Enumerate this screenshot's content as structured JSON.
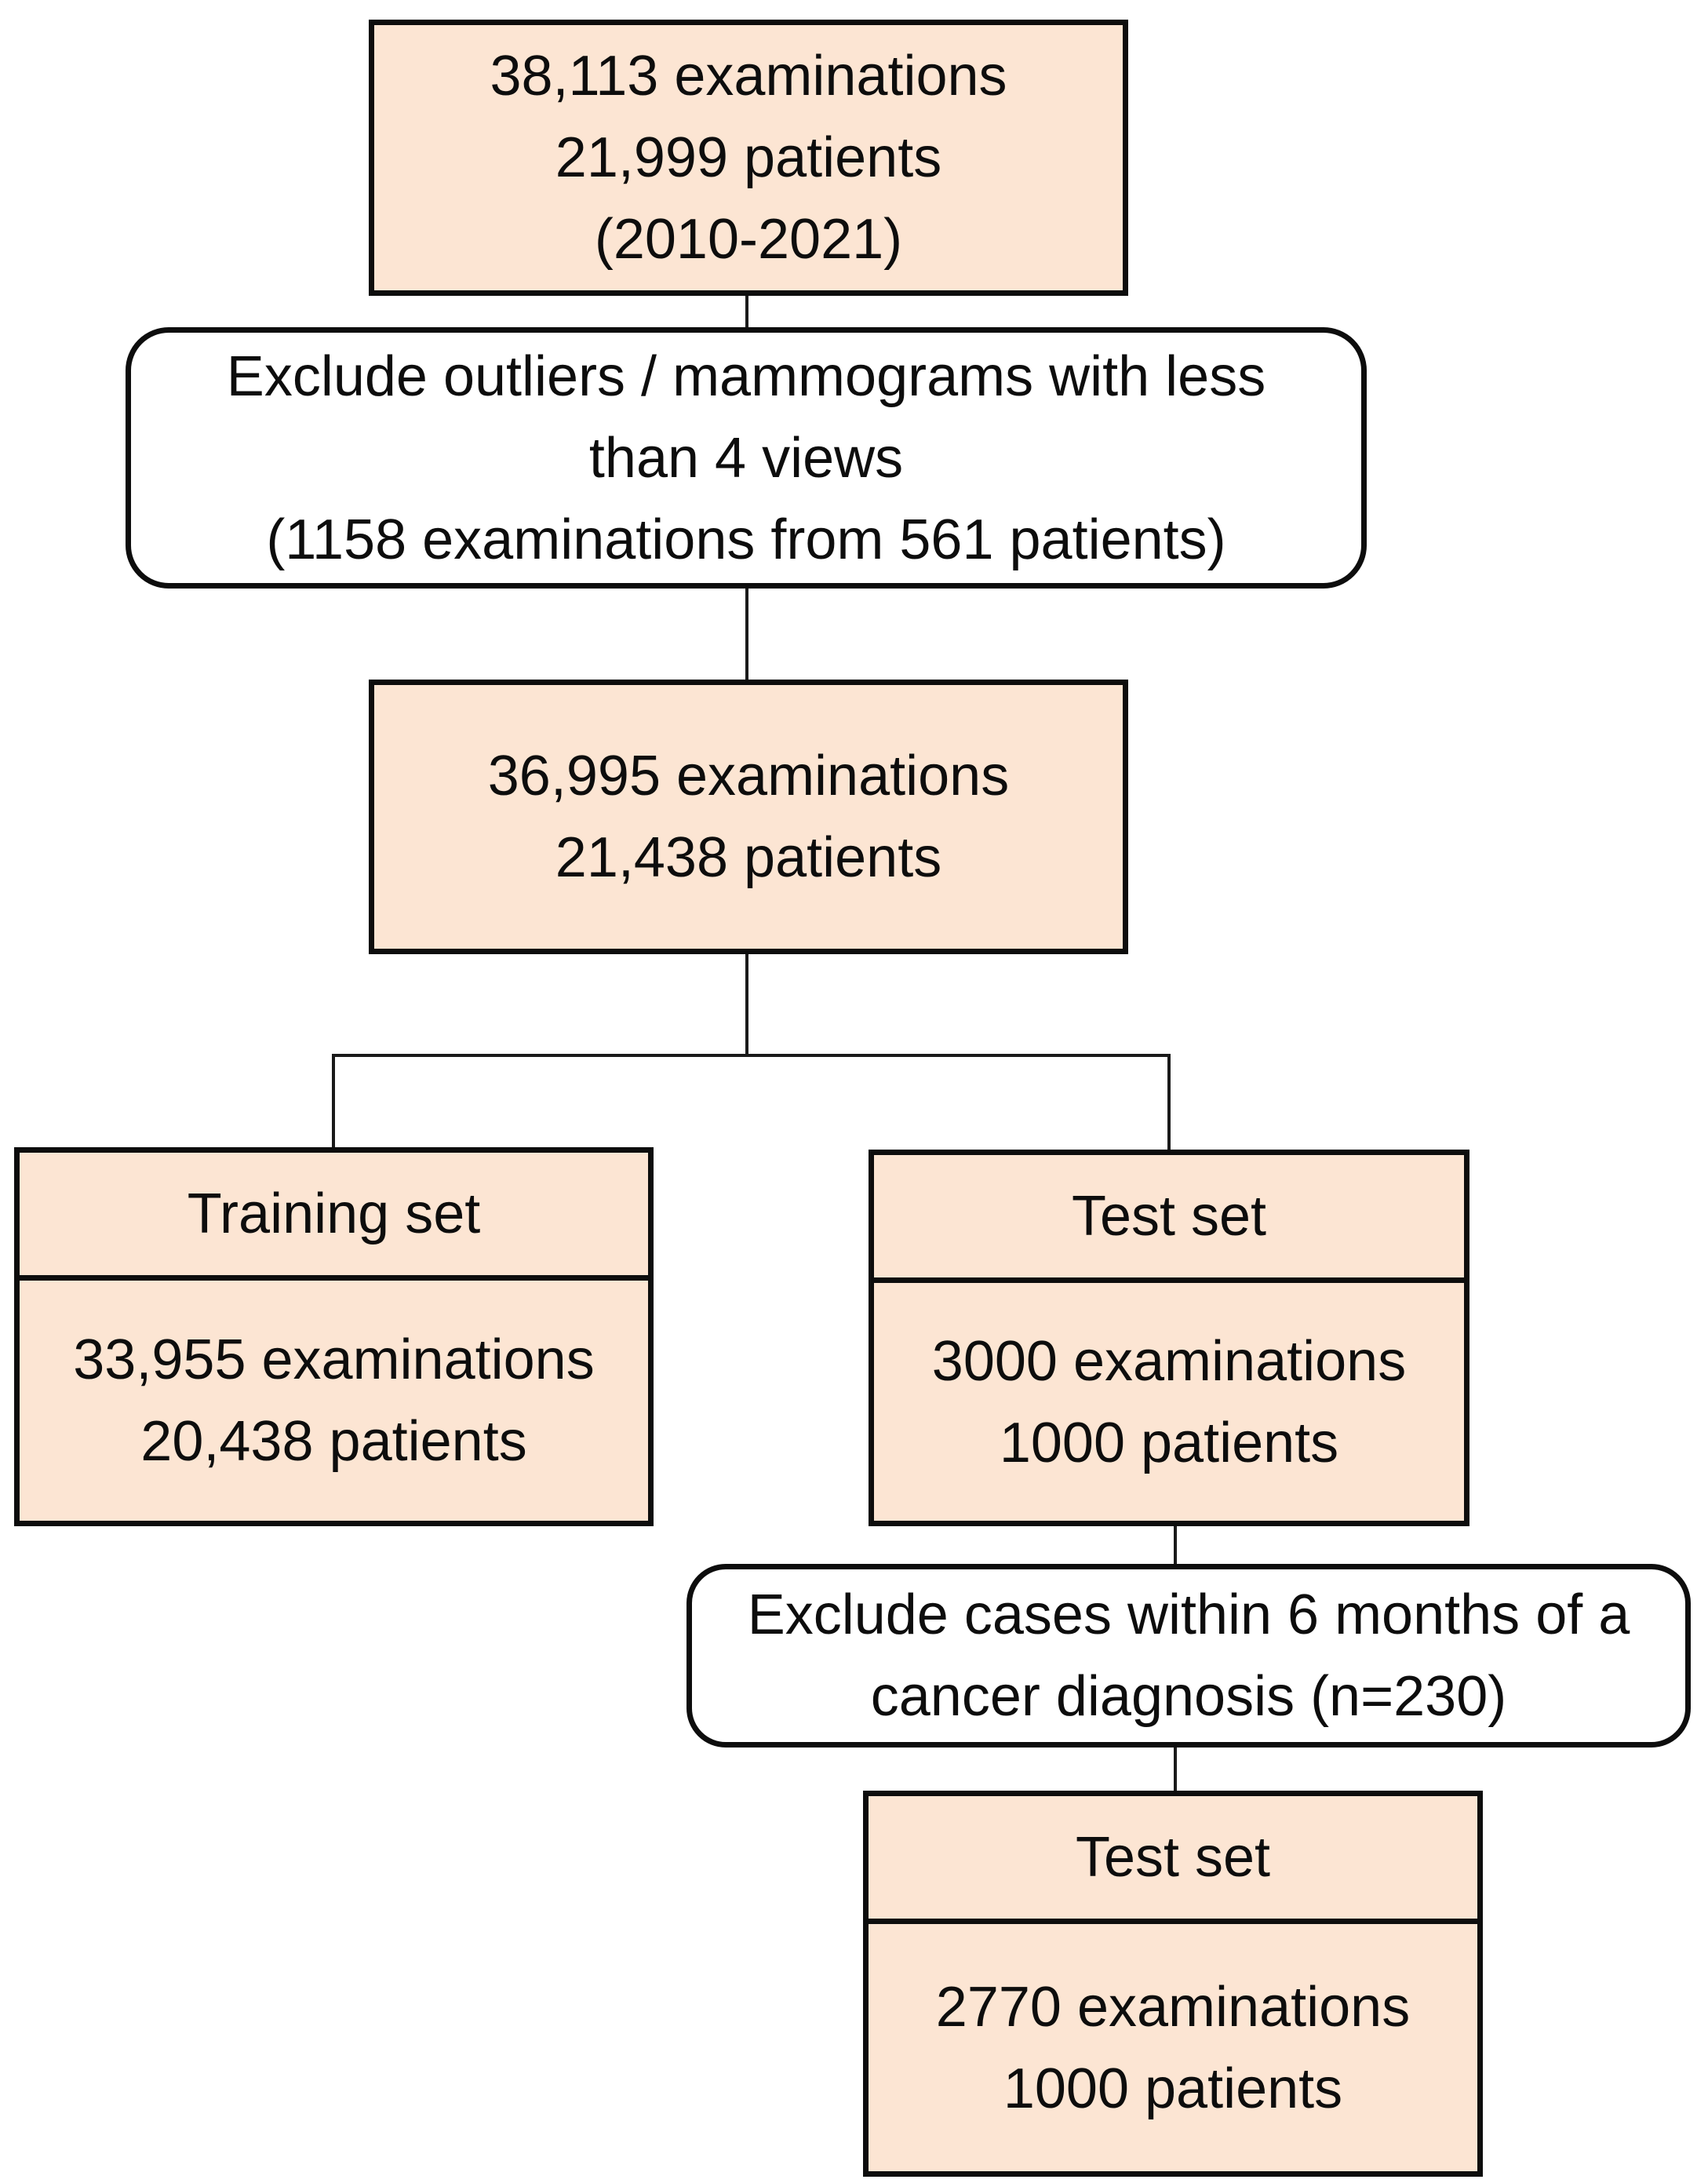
{
  "diagram": {
    "name": "dataset-selection-flowchart",
    "colors": {
      "background": "#ffffff",
      "box_fill": "#fce5d3",
      "box_border": "#0d0d0d",
      "exclude_fill": "#ffffff",
      "connector_line": "#1a1a1a",
      "text": "#0d0d0d"
    },
    "nodes": {
      "source": {
        "lines": [
          "38,113 examinations",
          "21,999 patients",
          "(2010-2021)"
        ]
      },
      "exclude1": {
        "lines": [
          "Exclude outliers / mammograms with less",
          "than 4 views",
          "(1158 examinations from 561 patients)"
        ]
      },
      "filtered": {
        "lines": [
          "36,995 examinations",
          "21,438 patients"
        ]
      },
      "training": {
        "header": "Training set",
        "lines": [
          "33,955 examinations",
          "20,438 patients"
        ]
      },
      "test1": {
        "header": "Test set",
        "lines": [
          "3000 examinations",
          "1000 patients"
        ]
      },
      "exclude2": {
        "lines": [
          "Exclude cases within 6 months of a",
          "cancer diagnosis (n=230)"
        ]
      },
      "test2": {
        "header": "Test set",
        "lines": [
          "2770 examinations",
          "1000 patients"
        ]
      }
    }
  }
}
